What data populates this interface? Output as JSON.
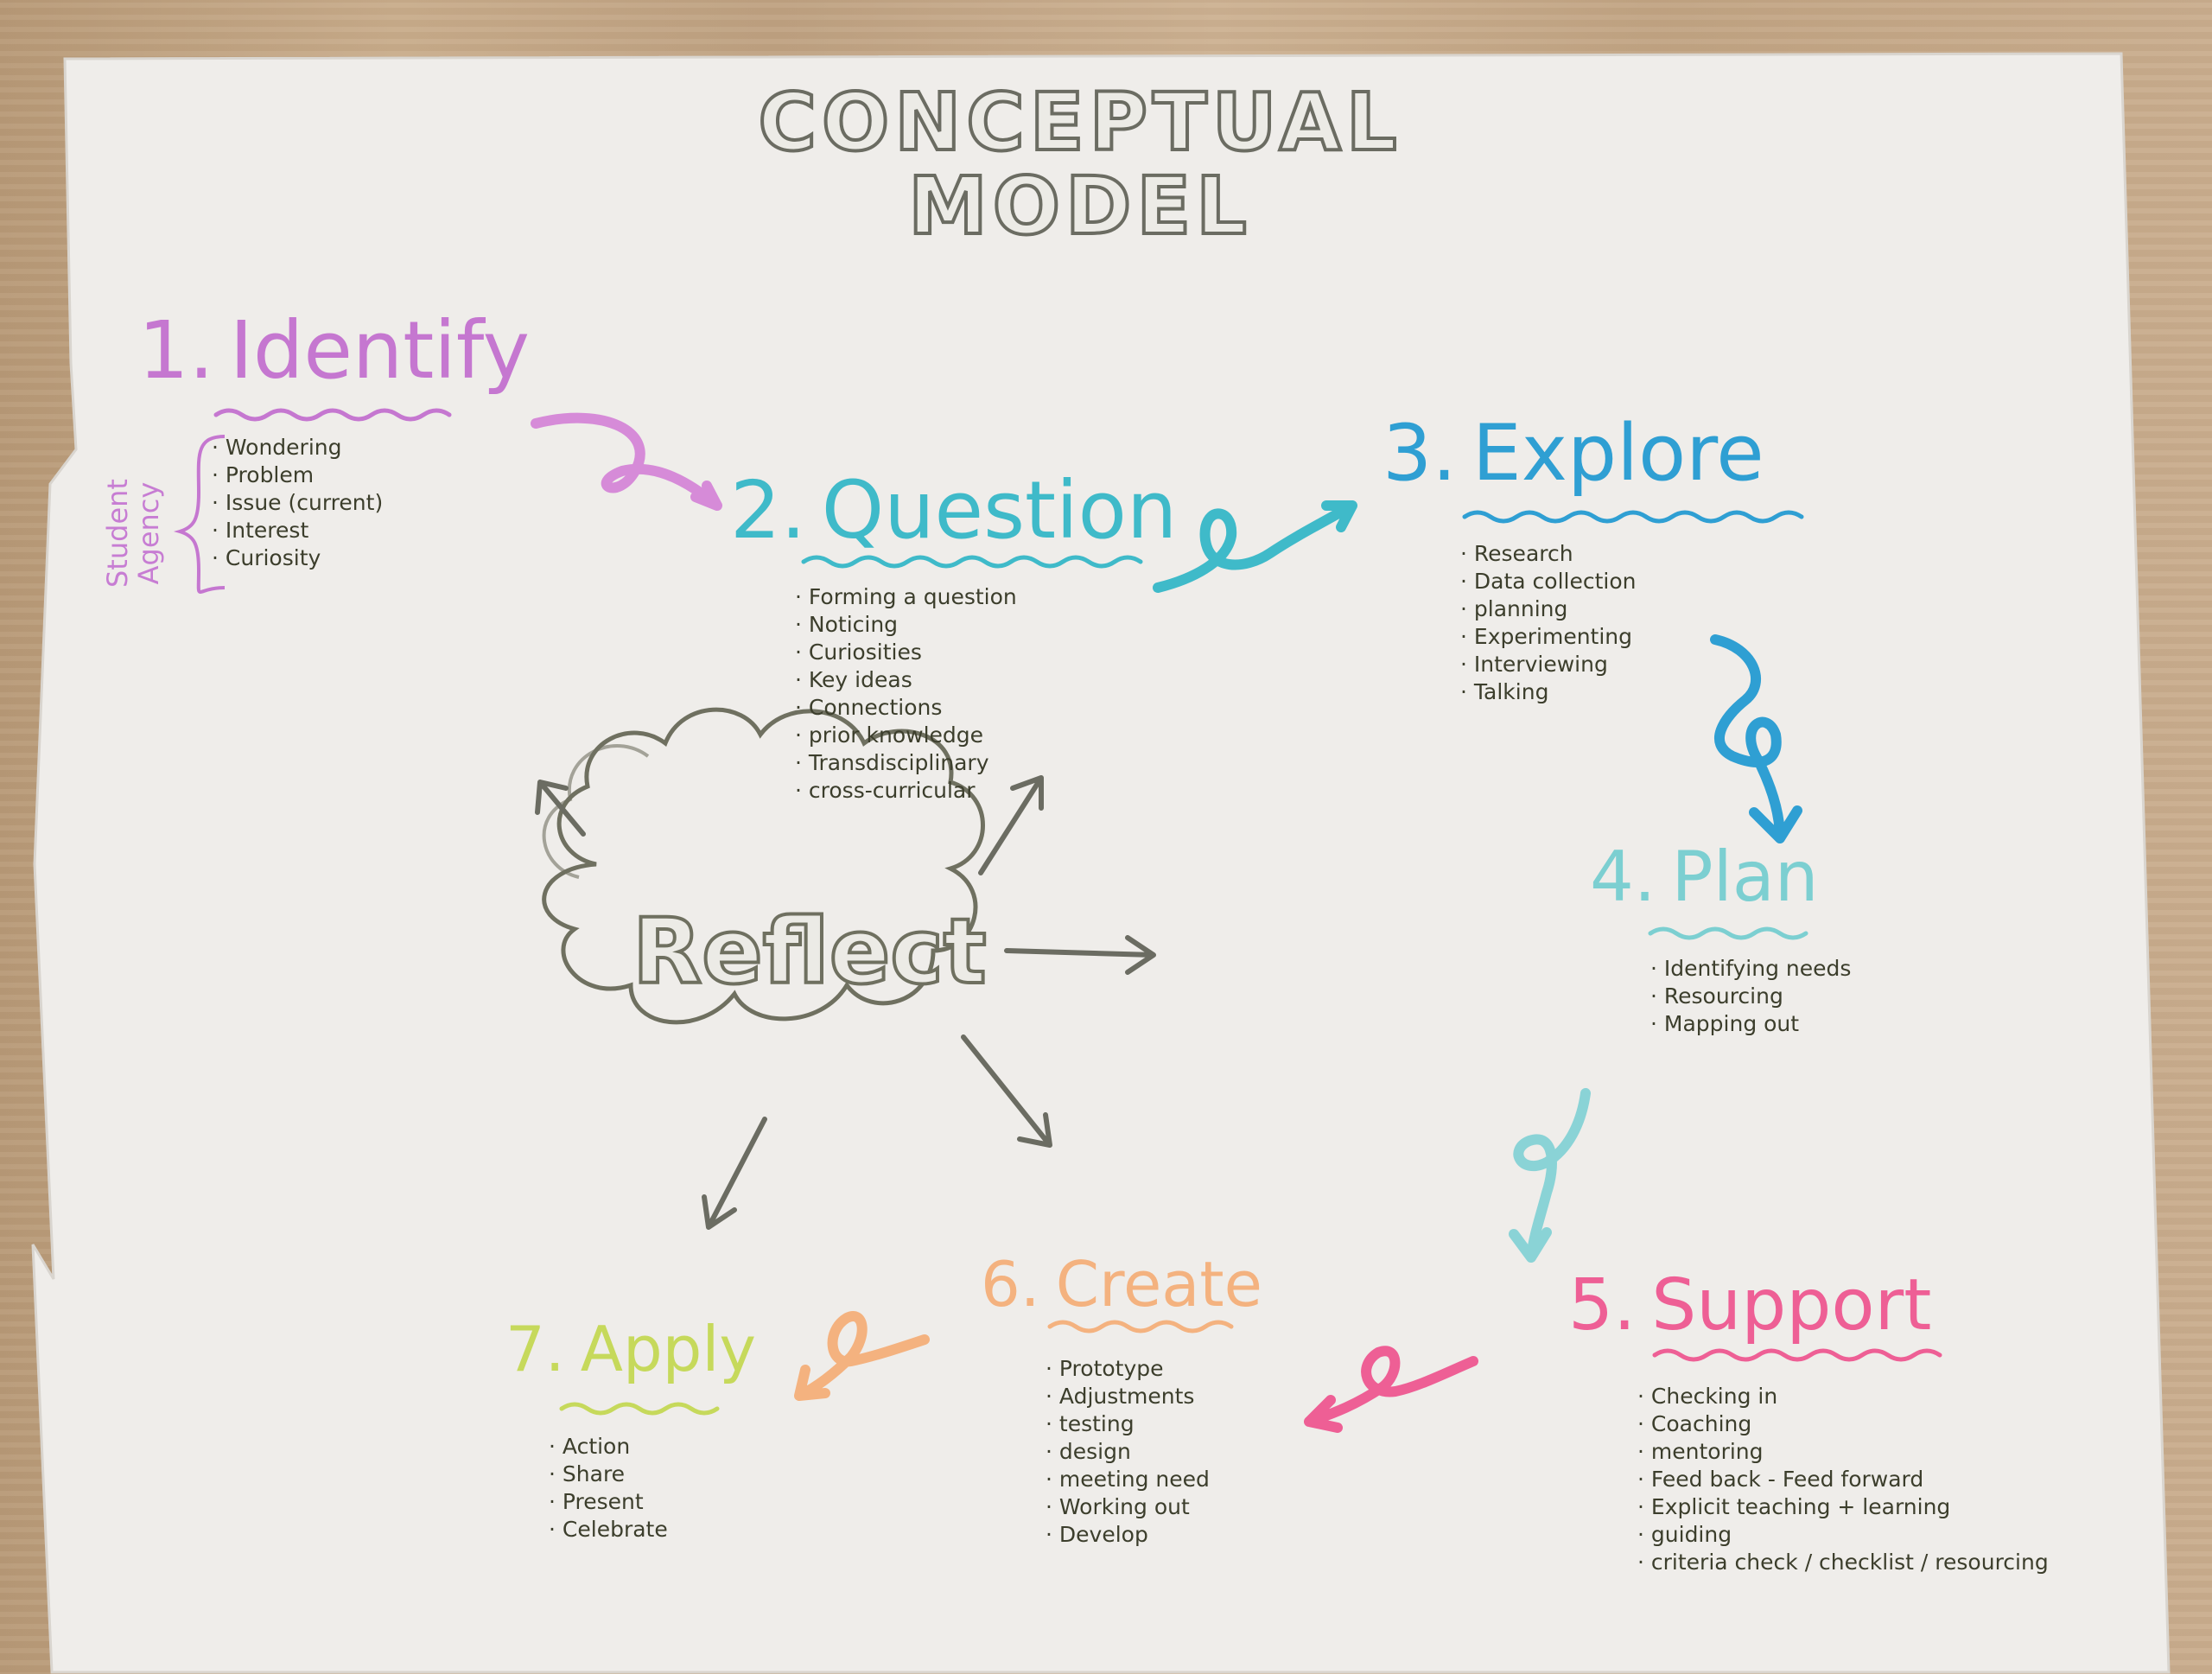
{
  "title": {
    "line1": "CONCEPTUAL",
    "line2": "MODEL"
  },
  "center": {
    "label": "Reflect"
  },
  "student_agency": {
    "line1": "Student",
    "line2": "Agency"
  },
  "steps": [
    {
      "number": "1.",
      "label": "Identify",
      "color": "#c577d0",
      "items": [
        "Wondering",
        "Problem",
        "Issue (current)",
        "Interest",
        "Curiosity"
      ]
    },
    {
      "number": "2.",
      "label": "Question",
      "color": "#3fbac9",
      "items": [
        "Forming a question",
        "Noticing",
        "Curiosities",
        "Key ideas",
        "Connections",
        "prior knowledge",
        "Transdisciplinary",
        "cross-curricular"
      ]
    },
    {
      "number": "3.",
      "label": "Explore",
      "color": "#2f9fd3",
      "items": [
        "Research",
        "Data collection",
        "planning",
        "Experimenting",
        "Interviewing",
        "Talking"
      ]
    },
    {
      "number": "4.",
      "label": "Plan",
      "color": "#7ccfd1",
      "items": [
        "Identifying needs",
        "Resourcing",
        "Mapping out"
      ]
    },
    {
      "number": "5.",
      "label": "Support",
      "color": "#ee5f95",
      "items": [
        "Checking in",
        "Coaching",
        "mentoring",
        "Feed back - Feed forward",
        "Explicit teaching + learning",
        "guiding",
        "criteria check / checklist / resourcing"
      ]
    },
    {
      "number": "6.",
      "label": "Create",
      "color": "#f4b27f",
      "items": [
        "Prototype",
        "Adjustments",
        "testing",
        "design",
        "meeting need",
        "Working out",
        "Develop"
      ]
    },
    {
      "number": "7.",
      "label": "Apply",
      "color": "#c6d95b",
      "items": [
        "Action",
        "Share",
        "Present",
        "Celebrate"
      ]
    }
  ],
  "colors": {
    "marker_grey": "#6b6c62",
    "text_dark": "#3c3e2c",
    "paper": "#f1eeeb"
  }
}
